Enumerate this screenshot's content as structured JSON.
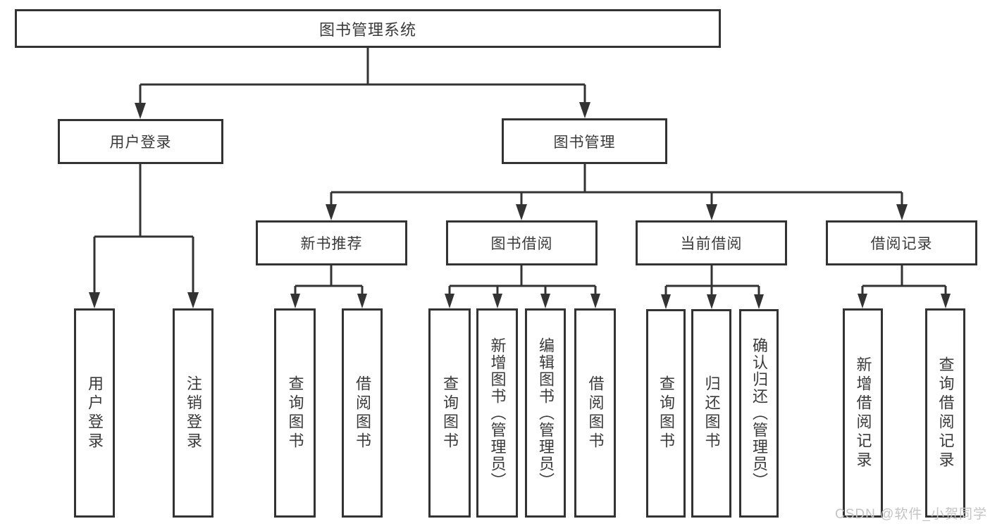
{
  "diagram": {
    "root": {
      "label": "图书管理系统"
    },
    "branches": [
      {
        "label": "用户登录",
        "children": [
          {
            "label": "用户登录"
          },
          {
            "label": "注销登录"
          }
        ]
      },
      {
        "label": "图书管理",
        "children": [
          {
            "label": "新书推荐",
            "children": [
              {
                "label": "查询图书"
              },
              {
                "label": "借阅图书"
              }
            ]
          },
          {
            "label": "图书借阅",
            "children": [
              {
                "label": "查询图书"
              },
              {
                "label": "新增图书（管理员）"
              },
              {
                "label": "编辑图书（管理员）"
              },
              {
                "label": "借阅图书"
              }
            ]
          },
          {
            "label": "当前借阅",
            "children": [
              {
                "label": "查询图书"
              },
              {
                "label": "归还图书"
              },
              {
                "label": "确认归还（管理员）"
              }
            ]
          },
          {
            "label": "借阅记录",
            "children": [
              {
                "label": "新增借阅记录"
              },
              {
                "label": "查询借阅记录"
              }
            ]
          }
        ]
      }
    ],
    "watermark": "CSDN @软件_小贺同学",
    "colors": {
      "line": "#333333",
      "border": "#333333",
      "text": "#3a3a3a",
      "watermark": "#c4c4c4",
      "background": "#ffffff"
    }
  }
}
